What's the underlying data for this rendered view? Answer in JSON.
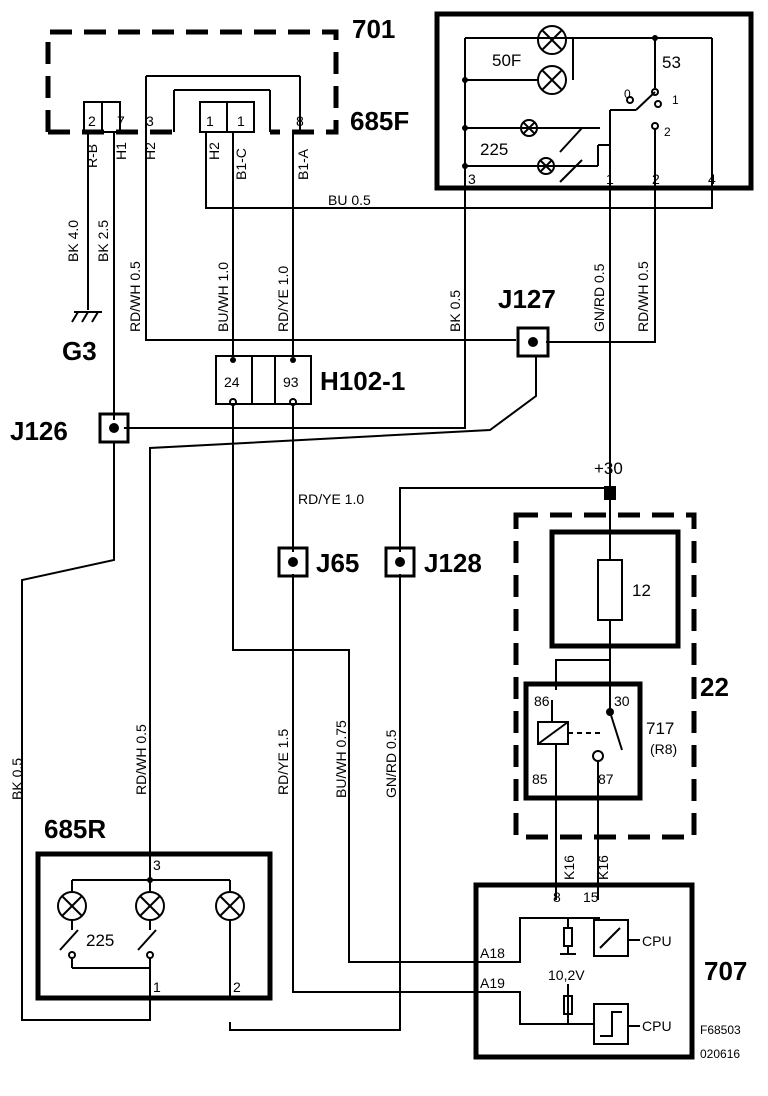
{
  "components": {
    "c701": "701",
    "c685F": "685F",
    "G3": "G3",
    "J126": "J126",
    "J127": "J127",
    "H102": "H102-1",
    "J65": "J65",
    "J128": "J128",
    "c22": "22",
    "c685R": "685R",
    "c707": "707",
    "c717": "717",
    "c717sub": "(R8)",
    "fuse": "12",
    "supply": "+30"
  },
  "pins_685F": [
    "2",
    "7",
    "3",
    "1",
    "1",
    "8"
  ],
  "pin_names_685F": [
    "R-B",
    "H1",
    "H2",
    "H2",
    "B1-C",
    "B1-A"
  ],
  "box_701": {
    "bulb_label_top": "50F",
    "bulb_label_bottom": "225",
    "switch_label": "53",
    "switch_pos_0": "0",
    "switch_pos_1": "1",
    "switch_pos_2": "2",
    "terminals": [
      "3",
      "1",
      "2",
      "4"
    ]
  },
  "h102_pins": [
    "24",
    "93"
  ],
  "wires": {
    "bu05": "BU   0.5",
    "bk40": "BK   4.0",
    "bk25": "BK   2.5",
    "rdwh05_top": "RD/WH  0.5",
    "buwh10": "BU/WH 1.0",
    "rdye10_vert": "RD/YE 1.0",
    "bk05_top": "BK  0.5",
    "gnrd05_top": "GN/RD 0.5",
    "rdwh05_right": "RD/WH  0.5",
    "rdye10_horiz": "RD/YE 1.0",
    "bk05_left": "BK   0.5",
    "rdwh05_low": "RD/WH   0.5",
    "rdye15": "RD/YE   1.5",
    "buwh075": "BU/WH   0.75",
    "gnrd05_low": "GN/RD   0.5",
    "k16a": "K16",
    "k16b": "K16"
  },
  "relay_pins": [
    "86",
    "30",
    "85",
    "87"
  ],
  "box_685R": {
    "pin_top": "3",
    "bulb_label": "225",
    "pin_1": "1",
    "pin_2": "2"
  },
  "box_707": {
    "pin_8": "8",
    "pin_15": "15",
    "a18": "A18",
    "a19": "A19",
    "voltage": "10,2V",
    "cpu1": "CPU",
    "cpu2": "CPU"
  },
  "footer": {
    "code": "F68503",
    "date": "020616"
  }
}
